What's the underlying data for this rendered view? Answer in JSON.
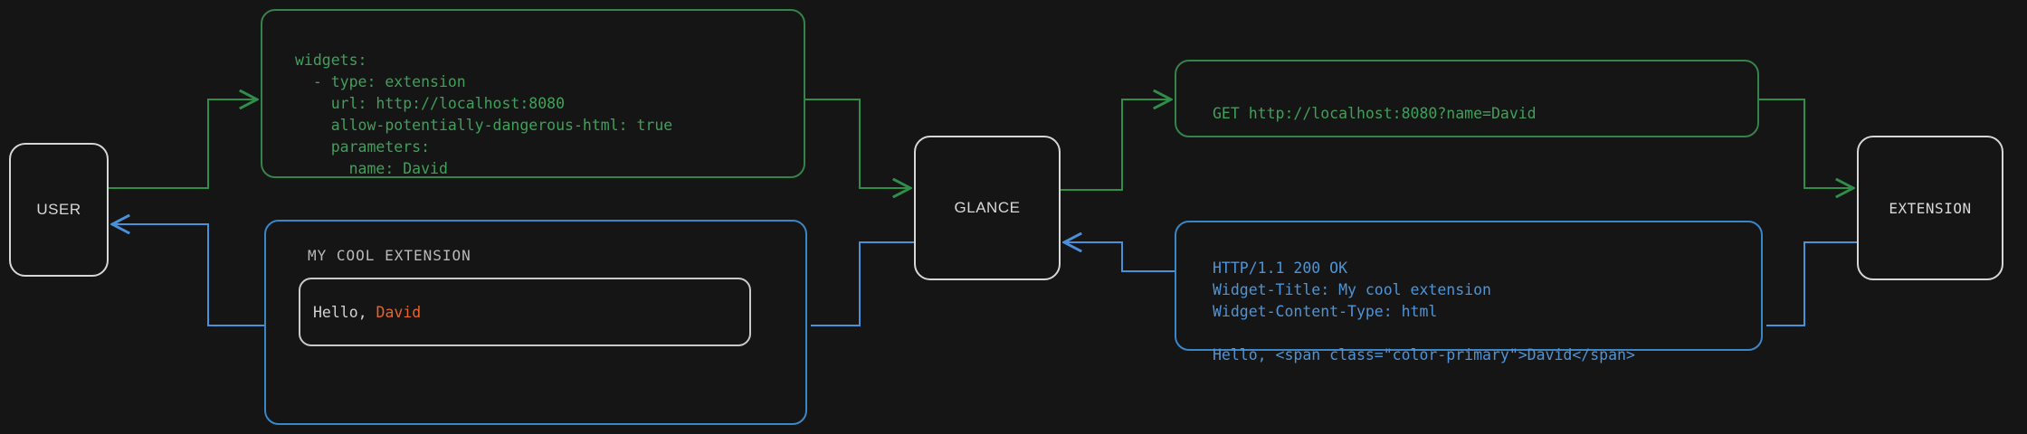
{
  "theme": {
    "background": "#151515",
    "node_border": "#d6d6d6",
    "node_text": "#d8d8d8",
    "request_color": "#3fa05a",
    "request_border": "#35834a",
    "response_color": "#4e94d8",
    "response_border": "#3d86c6",
    "accent_color": "#ea6227",
    "widget_text": "#d2d2d2",
    "widget_title": "#b9b9b9"
  },
  "nodes": {
    "user": {
      "label": "USER"
    },
    "glance": {
      "label": "GLANCE"
    },
    "extension": {
      "label": "EXTENSION"
    }
  },
  "messages": {
    "config": {
      "text": "widgets:\n  - type: extension\n    url: http://localhost:8080\n    allow-potentially-dangerous-html: true\n    parameters:\n      name: David"
    },
    "request": {
      "text": "GET http://localhost:8080?name=David"
    },
    "response": {
      "text": "HTTP/1.1 200 OK\nWidget-Title: My cool extension\nWidget-Content-Type: html\n\nHello, <span class=\"color-primary\">David</span>"
    },
    "widget": {
      "title": "MY COOL EXTENSION",
      "body_prefix": "Hello, ",
      "body_accent": "David"
    }
  },
  "edges": [
    {
      "name": "user-to-config",
      "color": "#35834a",
      "direction": "right"
    },
    {
      "name": "config-to-glance",
      "color": "#35834a",
      "direction": "right"
    },
    {
      "name": "glance-to-request",
      "color": "#35834a",
      "direction": "right"
    },
    {
      "name": "request-to-extension",
      "color": "#35834a",
      "direction": "right"
    },
    {
      "name": "extension-to-response",
      "color": "#3d86c6",
      "direction": "left"
    },
    {
      "name": "response-to-glance",
      "color": "#3d86c6",
      "direction": "left"
    },
    {
      "name": "glance-to-widget",
      "color": "#3d86c6",
      "direction": "left"
    },
    {
      "name": "widget-to-user",
      "color": "#3d86c6",
      "direction": "left"
    }
  ]
}
